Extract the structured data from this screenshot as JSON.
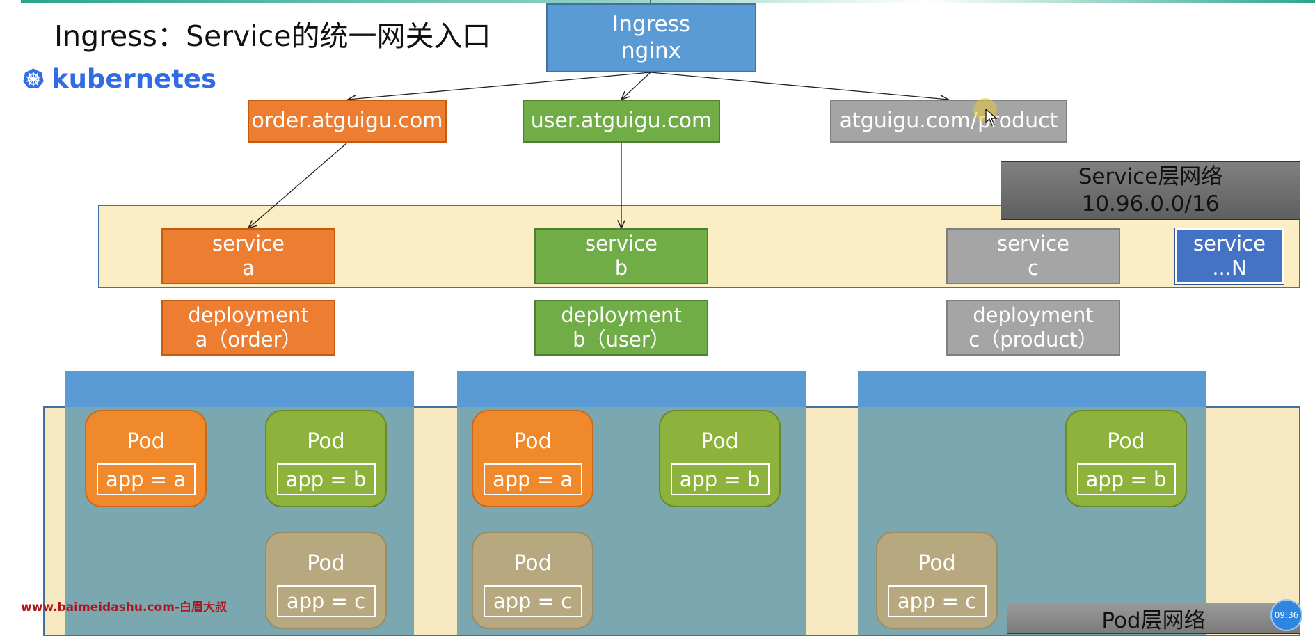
{
  "title": "Ingress：Service的统一网关入口",
  "logo_text": "kubernetes",
  "ingress": {
    "line1": "Ingress",
    "line2": "nginx"
  },
  "domains": [
    "order.atguigu.com",
    "user.atguigu.com",
    "atguigu.com/product"
  ],
  "service_layer": {
    "label": "Service层网络",
    "cidr": "10.96.0.0/16"
  },
  "services": [
    {
      "line1": "service",
      "line2": "a"
    },
    {
      "line1": "service",
      "line2": "b"
    },
    {
      "line1": "service",
      "line2": "c"
    },
    {
      "line1": "service",
      "line2": "...N"
    }
  ],
  "deployments": [
    {
      "line1": "deployment",
      "line2": "a（order）"
    },
    {
      "line1": "deployment",
      "line2": "b（user）"
    },
    {
      "line1": "deployment",
      "line2": "c（product）"
    }
  ],
  "pod_name": "Pod",
  "pod_labels": {
    "a": "app = a",
    "b": "app = b",
    "c": "app = c"
  },
  "pod_layer_label": "Pod层网络",
  "watermark": "www.baimeidashu.com-白眉大叔",
  "timer": "09:36",
  "colors": {
    "orange": "#ed7d31",
    "green": "#70ad47",
    "gray": "#a5a5a5",
    "blue": "#5b9bd5",
    "dark_blue": "#4472c4"
  }
}
